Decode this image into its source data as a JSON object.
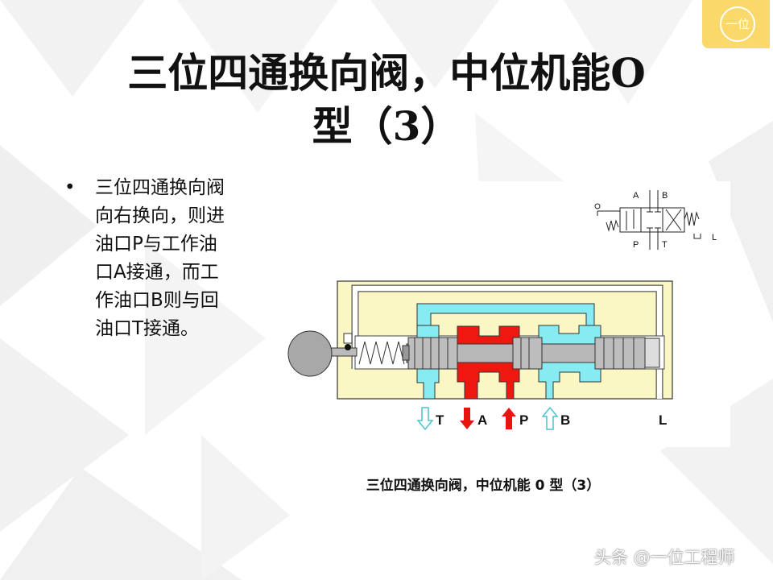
{
  "title": {
    "line1": "三位四通换向阀，中位机能O",
    "line2": "型（3）"
  },
  "bullet": {
    "marker": "•",
    "text": "三位四通换向阀向右换向，则进油口P与工作油口A接通，而工作油口B则与回油口T接通。"
  },
  "badge": {
    "text": "一位"
  },
  "diagram": {
    "ports": [
      {
        "label": "T",
        "direction": "down",
        "color": "#7fe6f0"
      },
      {
        "label": "A",
        "direction": "down",
        "color": "#e8150f"
      },
      {
        "label": "P",
        "direction": "up",
        "color": "#e8150f"
      },
      {
        "label": "B",
        "direction": "up",
        "color": "#7fe6f0"
      }
    ],
    "drain_label": "L",
    "symbol_labels": {
      "a": "A",
      "b": "B",
      "p": "P",
      "t": "T",
      "l": "L"
    },
    "colors": {
      "body": "#fbf7c4",
      "return": "#86ecf2",
      "pressure": "#ee1810",
      "spool": "#b8b8b8"
    }
  },
  "caption": "三位四通换向阀，中位机能 0 型（3）",
  "watermark": "头条 @一位工程师"
}
